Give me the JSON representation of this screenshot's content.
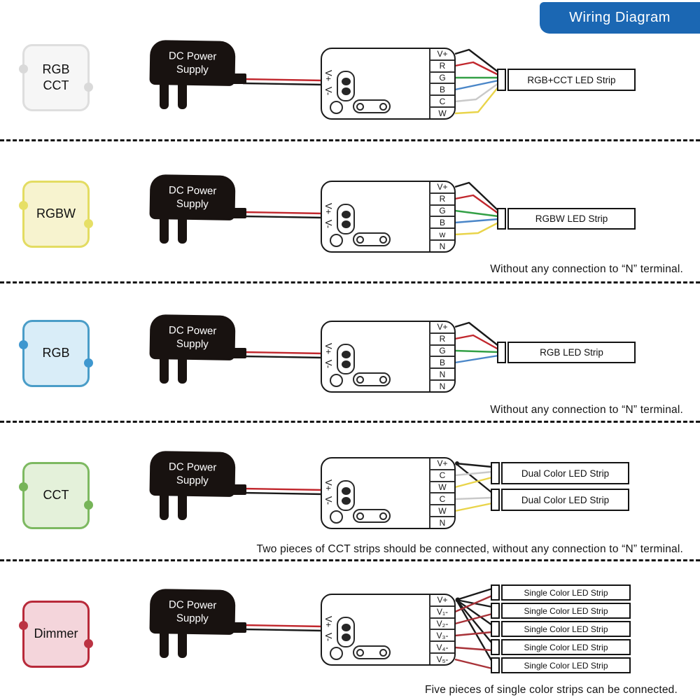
{
  "title": "Wiring Diagram",
  "power_supply": {
    "line1": "DC Power",
    "line2": "Supply"
  },
  "controller_inputs": {
    "plus": "V+",
    "minus": "V-"
  },
  "colors": {
    "title_bg": "#1b67b3",
    "wire_black": "#1a1a1a",
    "wire_red": "#c1272d",
    "wire_green": "#33a046",
    "wire_blue": "#4a86c8",
    "wire_gray": "#c9c9c9",
    "wire_yellow": "#e9d44a",
    "wire_dark_red": "#a83238"
  },
  "sections": [
    {
      "name": "RGB CCT",
      "badge": {
        "lines": [
          "RGB",
          "CCT"
        ],
        "fill": "#f6f6f6",
        "border": "#dedede",
        "dot": "#d9d9d9"
      },
      "terminals": [
        "V+",
        "R",
        "G",
        "B",
        "C",
        "W"
      ],
      "strips": [
        "RGB+CCT LED Strip"
      ]
    },
    {
      "name": "RGBW",
      "badge": {
        "lines": [
          "RGBW"
        ],
        "fill": "#f7f3cf",
        "border": "#e3dc62",
        "dot": "#e6df66"
      },
      "terminals": [
        "V+",
        "R",
        "G",
        "B",
        "w",
        "N"
      ],
      "strips": [
        "RGBW LED Strip"
      ],
      "note": "Without any connection to “N” terminal."
    },
    {
      "name": "RGB",
      "badge": {
        "lines": [
          "RGB"
        ],
        "fill": "#d9edf8",
        "border": "#4a9dc8",
        "dot": "#3e97cf"
      },
      "terminals": [
        "V+",
        "R",
        "G",
        "B",
        "N",
        "N"
      ],
      "strips": [
        "RGB LED Strip"
      ],
      "note": "Without any connection to “N” terminal."
    },
    {
      "name": "CCT",
      "badge": {
        "lines": [
          "CCT"
        ],
        "fill": "#e4f1da",
        "border": "#7db961",
        "dot": "#76b458"
      },
      "terminals": [
        "V+",
        "C",
        "W",
        "C",
        "W",
        "N"
      ],
      "strips": [
        "Dual Color LED Strip",
        "Dual Color LED Strip"
      ],
      "note": "Two pieces of CCT strips should be connected, without any connection to “N” terminal."
    },
    {
      "name": "Dimmer",
      "badge": {
        "lines": [
          "Dimmer"
        ],
        "fill": "#f4d5db",
        "border": "#b82a3a",
        "dot": "#bb3343"
      },
      "terminals": [
        "V+",
        "V₁-",
        "V₂-",
        "V₃-",
        "V₄-",
        "V₅-"
      ],
      "strips": [
        "Single Color LED Strip",
        "Single Color LED Strip",
        "Single Color LED Strip",
        "Single Color LED Strip",
        "Single Color LED Strip"
      ],
      "note": "Five pieces of single color strips can be connected."
    }
  ]
}
